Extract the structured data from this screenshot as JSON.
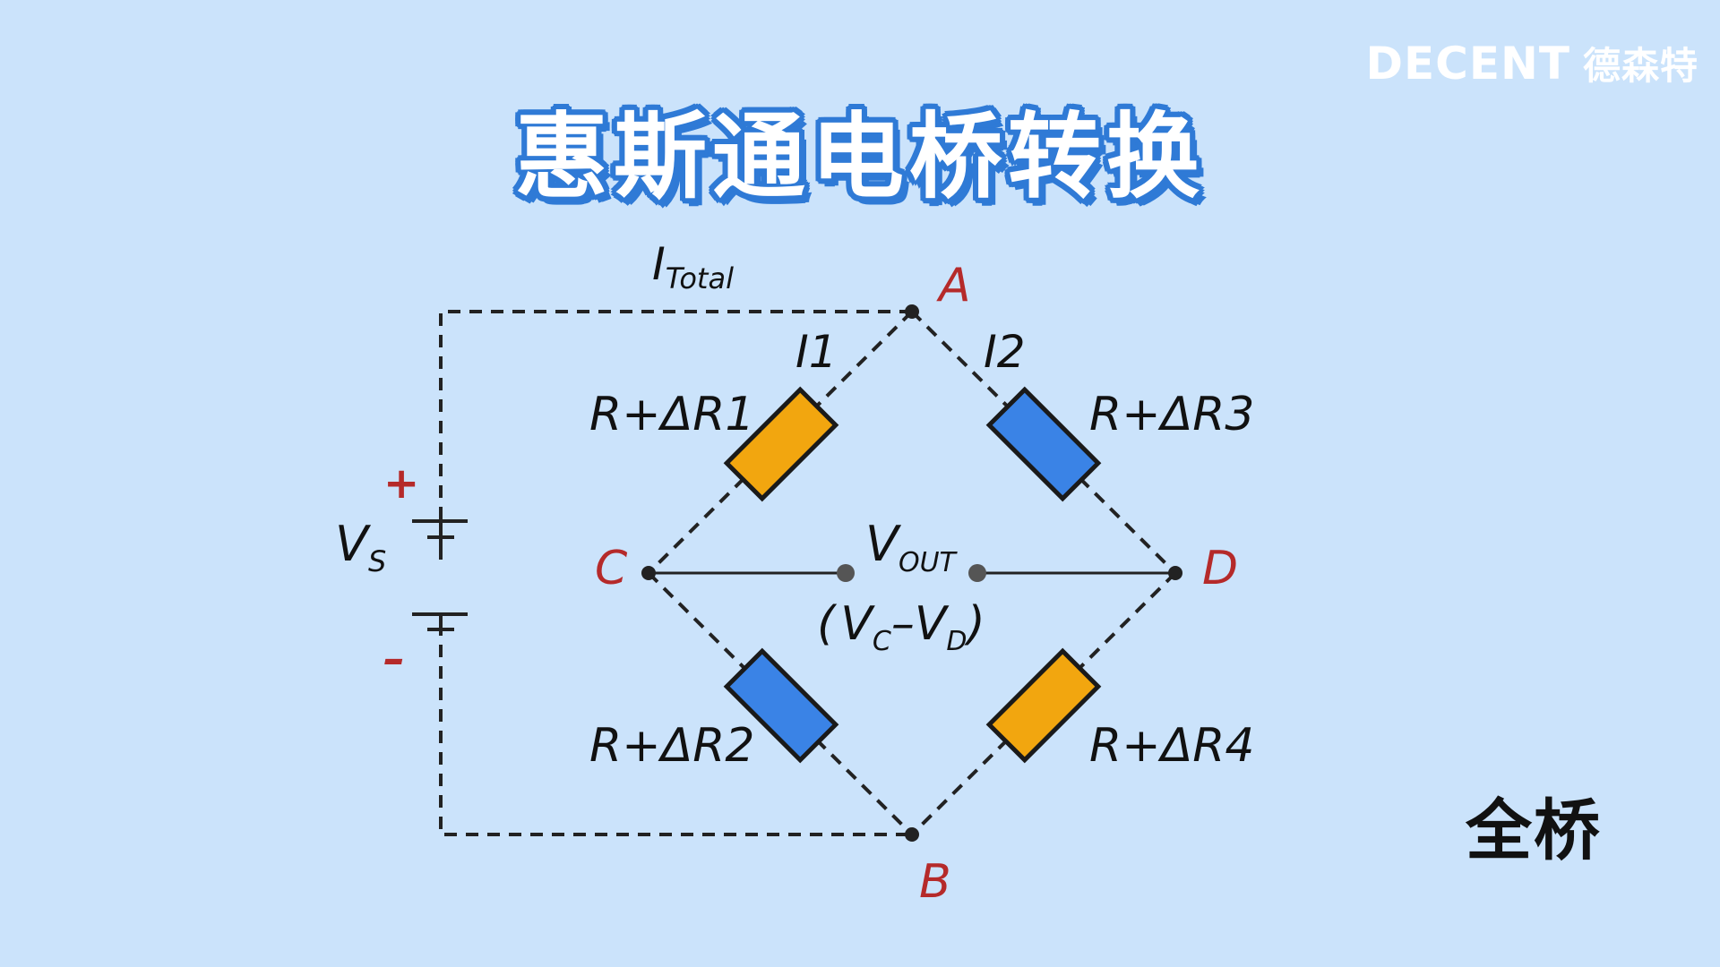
{
  "logo": {
    "latin": "DECENT",
    "cjk": "德森特"
  },
  "title": "惠斯通电桥转换",
  "bridge_type_label": "全桥",
  "circuit": {
    "current_total": {
      "main": "I",
      "sub": "Total"
    },
    "branch_currents": {
      "i1": "I1",
      "i2": "I2"
    },
    "nodes": {
      "a": "A",
      "b": "B",
      "c": "C",
      "d": "D"
    },
    "supply": {
      "main": "V",
      "sub": "S",
      "plus": "+",
      "minus": "–"
    },
    "resistors": {
      "r1": "R+ΔR1",
      "r2": "R+ΔR2",
      "r3": "R+ΔR3",
      "r4": "R+ΔR4"
    },
    "output": {
      "main": "V",
      "sub": "OUT"
    },
    "output_formula": {
      "open": "(",
      "vc_main": "V",
      "vc_sub": "C",
      "dash": "–",
      "vd_main": "V",
      "vd_sub": "D",
      "close": ")"
    }
  },
  "colors": {
    "background": "#cbe3fb",
    "title_outline": "#2f7ad6",
    "node_label": "#b52a2a",
    "resistor_orange": "#f2a60f",
    "resistor_blue": "#3a83e6",
    "wire": "#222222"
  }
}
